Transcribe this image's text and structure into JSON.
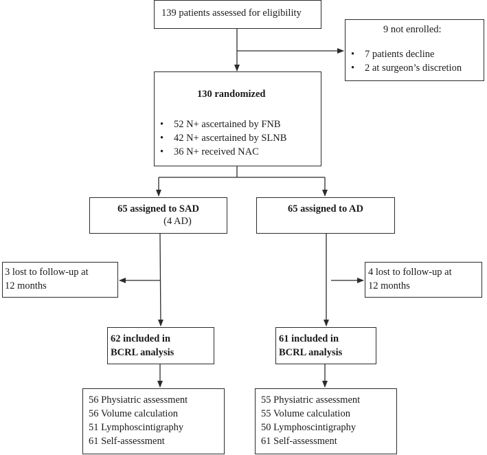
{
  "top": {
    "text": "139 patients assessed for eligibility"
  },
  "not_enrolled": {
    "title": "9 not enrolled:",
    "items": [
      "7 patients decline",
      "2 at surgeon’s discretion"
    ]
  },
  "randomized": {
    "title": "130 randomized",
    "items": [
      "52 N+ ascertained by FNB",
      "42 N+ ascertained by SLNB",
      "36 N+ received NAC"
    ]
  },
  "sad": {
    "title": "65 assigned to SAD",
    "sub": "(4 AD)"
  },
  "ad": {
    "title": "65 assigned to AD"
  },
  "lost_left": {
    "line1": "3 lost to follow-up at",
    "line2": "12 months"
  },
  "lost_right": {
    "line1": "4 lost to follow-up at",
    "line2": "12 months"
  },
  "included_left": {
    "line1": "62 included in",
    "line2": "BCRL analysis"
  },
  "included_right": {
    "line1": "61 included in",
    "line2": "BCRL analysis"
  },
  "assess_left": [
    "56 Physiatric assessment",
    "56 Volume calculation",
    "51 Lymphoscintigraphy",
    "61 Self-assessment"
  ],
  "assess_right": [
    "55 Physiatric assessment",
    "55 Volume calculation",
    "50 Lymphoscintigraphy",
    "61 Self-assessment"
  ]
}
